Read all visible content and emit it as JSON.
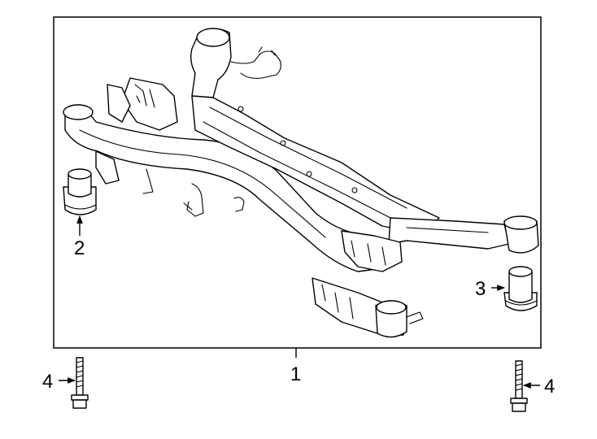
{
  "diagram": {
    "callouts": {
      "subframe": "1",
      "front_bushing": "2",
      "rear_bushing": "3",
      "bolt_left": "4",
      "bolt_right": "4"
    }
  },
  "colors": {
    "line": "#000000",
    "background": "#ffffff"
  }
}
